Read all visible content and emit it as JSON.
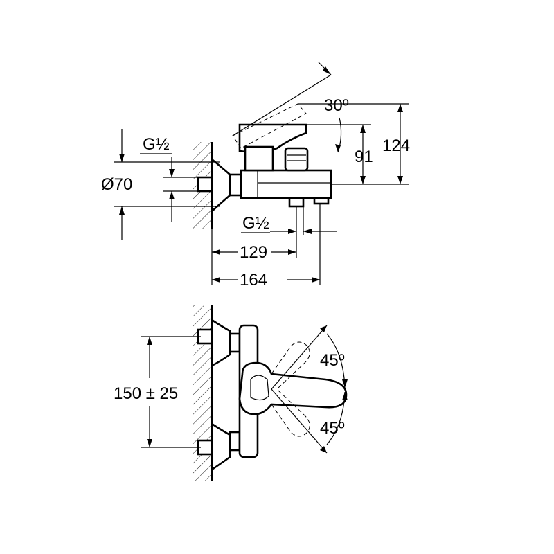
{
  "side_view": {
    "angle_label": "30º",
    "dim_124": "124",
    "dim_91": "91",
    "dim_diam70": "Ø70",
    "thread_top": "G½",
    "thread_bottom": "G½",
    "dim_129": "129",
    "dim_164": "164"
  },
  "front_view": {
    "dim_150": "150 ± 25",
    "angle_up": "45º",
    "angle_down": "45º"
  }
}
